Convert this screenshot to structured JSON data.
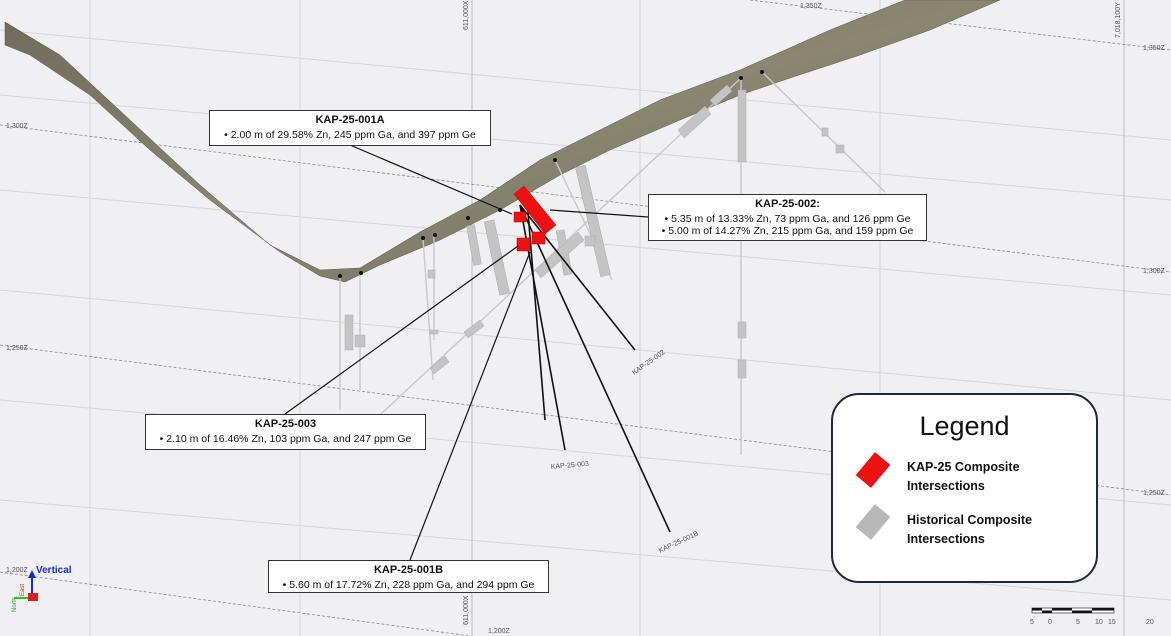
{
  "grid": {
    "elevation_labels": [
      "1,350Z",
      "1,350Z",
      "1,300Z",
      "1,300Z",
      "1,250Z",
      "1,250Z",
      "1,200Z",
      "1,200Z"
    ],
    "easting_label": "611,000X",
    "northing_label": "7,018,100Y"
  },
  "callouts": [
    {
      "id": "KAP-25-001A",
      "title": "KAP-25-001A",
      "lines": [
        "• 2.00 m of 29.58% Zn, 245 ppm Ga, and 397 ppm Ge"
      ]
    },
    {
      "id": "KAP-25-002",
      "title": "KAP-25-002:",
      "lines": [
        "• 5.35 m of 13.33% Zn, 73 ppm Ga, and 126 ppm Ge",
        "• 5.00 m of 14.27% Zn, 215 ppm Ga, and 159 ppm Ge"
      ]
    },
    {
      "id": "KAP-25-003",
      "title": "KAP-25-003",
      "lines": [
        "• 2.10 m of 16.46% Zn, 103 ppm Ga, and 247 ppm Ge"
      ]
    },
    {
      "id": "KAP-25-001B",
      "title": "KAP-25-001B",
      "lines": [
        "• 5.60 m of 17.72% Zn, 228 ppm Ga, and 294 ppm Ge"
      ]
    }
  ],
  "hole_labels": [
    "KAP-25-002",
    "KAP-25-003",
    "KAP-25-001B"
  ],
  "legend": {
    "title": "Legend",
    "items": [
      {
        "label": "KAP-25 Composite Intersections",
        "color": "#ee1111"
      },
      {
        "label": "Historical Composite Intersections",
        "color": "#b8b8b8"
      }
    ]
  },
  "orientation": {
    "vertical": "Vertical",
    "north": "North",
    "east": "East"
  },
  "scale_bar": {
    "ticks": [
      "5",
      "0",
      "5",
      "10",
      "15",
      "20"
    ]
  },
  "colors": {
    "background": "#f0f0f2",
    "kap25": "#ee1111",
    "historical": "#c4c4c4",
    "terrain": "#77735f"
  }
}
